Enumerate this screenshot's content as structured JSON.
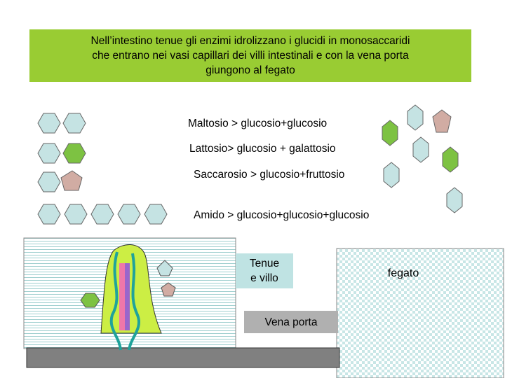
{
  "title": "Nell’intestino tenue gli enzimi idrolizzano i glucidi in monosaccaridi\nche entrano nei vasi capillari dei villi intestinali e con la vena porta\ngiungono al fegato",
  "reactions": [
    {
      "text": "Maltosio > glucosio+glucosio",
      "units": [
        "glucose-hexagon",
        "glucose-hexagon"
      ]
    },
    {
      "text": "Lattosio> glucosio + galattosio",
      "units": [
        "glucose-hexagon",
        "galactose-hexagon"
      ]
    },
    {
      "text": "Saccarosio > glucosio+fruttosio",
      "units": [
        "glucose-hexagon",
        "fructose-pentagon"
      ]
    },
    {
      "text": "Amido > glucosio+glucosio+glucosio",
      "units": [
        "glucose-hexagon",
        "glucose-hexagon",
        "glucose-hexagon",
        "glucose-hexagon",
        "glucose-hexagon"
      ]
    }
  ],
  "labels": {
    "tenue": "Tenue\ne villo",
    "vena_porta": "Vena porta",
    "fegato": "fegato"
  },
  "colors": {
    "title_bg": "#99cc33",
    "glucose": "#c5e3e3",
    "galactose": "#7dc242",
    "fructose": "#d1aca3",
    "villus": "#ccee44",
    "capillary_teal": "#1fa39b",
    "capillary_pink": "#ee77aa",
    "capillary_purple": "#9966cc",
    "tenue_box": "#bfe3e3",
    "vena_box": "#b0b0b0",
    "vessel": "#808080"
  }
}
